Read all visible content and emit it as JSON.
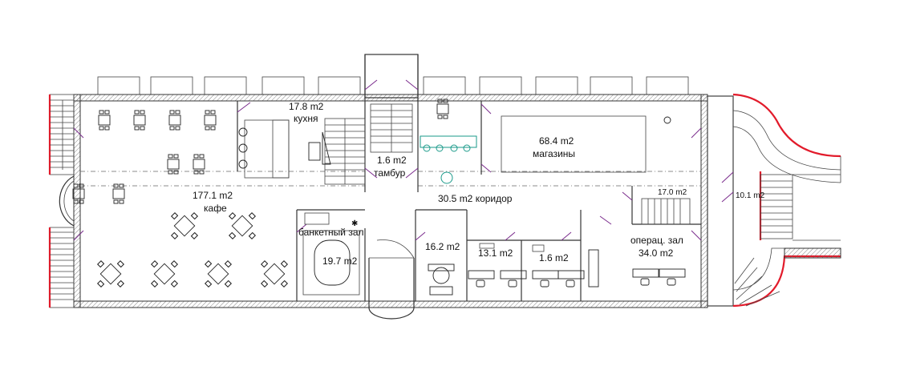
{
  "rooms": {
    "kitchen": {
      "area": "17.8 m2",
      "name": "кухня"
    },
    "vestibule": {
      "area": "1.6 m2",
      "name": "тамбур"
    },
    "shops": {
      "area": "68.4 m2",
      "name": "магазины"
    },
    "cafe": {
      "area": "177.1 m2",
      "name": "кафе"
    },
    "corridor": {
      "label": "30.5 m2 коридор"
    },
    "room17": {
      "area": "17.0 m2"
    },
    "room10": {
      "area": "10.1 m2"
    },
    "banquet": {
      "name": "банкетный зал",
      "area": "19.7 m2"
    },
    "office16": {
      "area": "16.2 m2"
    },
    "office13": {
      "area": "13.1 m2"
    },
    "small16": {
      "area": "1.6 m2"
    },
    "operations": {
      "name": "операц. зал",
      "area": "34.0 m2"
    }
  },
  "colors": {
    "wall": "#333333",
    "door_swing": "#7a2b8c",
    "exterior_stair": "#e21b2b"
  }
}
